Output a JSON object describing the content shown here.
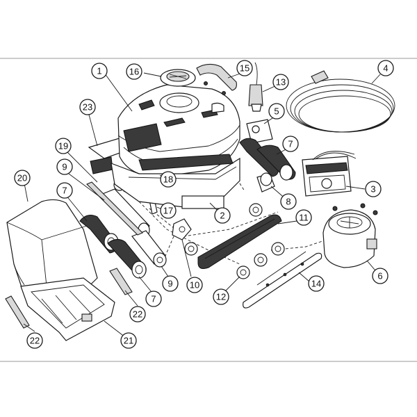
{
  "callouts": [
    {
      "id": "c1",
      "label": "1"
    },
    {
      "id": "c2",
      "label": "2"
    },
    {
      "id": "c3",
      "label": "3"
    },
    {
      "id": "c4",
      "label": "4"
    },
    {
      "id": "c5",
      "label": "5"
    },
    {
      "id": "c6",
      "label": "6"
    },
    {
      "id": "c7a",
      "label": "7"
    },
    {
      "id": "c7b",
      "label": "7"
    },
    {
      "id": "c7c",
      "label": "7"
    },
    {
      "id": "c8",
      "label": "8"
    },
    {
      "id": "c9a",
      "label": "9"
    },
    {
      "id": "c9b",
      "label": "9"
    },
    {
      "id": "c10",
      "label": "10"
    },
    {
      "id": "c11",
      "label": "11"
    },
    {
      "id": "c12",
      "label": "12"
    },
    {
      "id": "c13",
      "label": "13"
    },
    {
      "id": "c14",
      "label": "14"
    },
    {
      "id": "c15",
      "label": "15"
    },
    {
      "id": "c16",
      "label": "16"
    },
    {
      "id": "c17",
      "label": "17"
    },
    {
      "id": "c18",
      "label": "18"
    },
    {
      "id": "c19",
      "label": "19"
    },
    {
      "id": "c20",
      "label": "20"
    },
    {
      "id": "c21",
      "label": "21"
    },
    {
      "id": "c22a",
      "label": "22"
    },
    {
      "id": "c22b",
      "label": "22"
    },
    {
      "id": "c23",
      "label": "23"
    }
  ]
}
